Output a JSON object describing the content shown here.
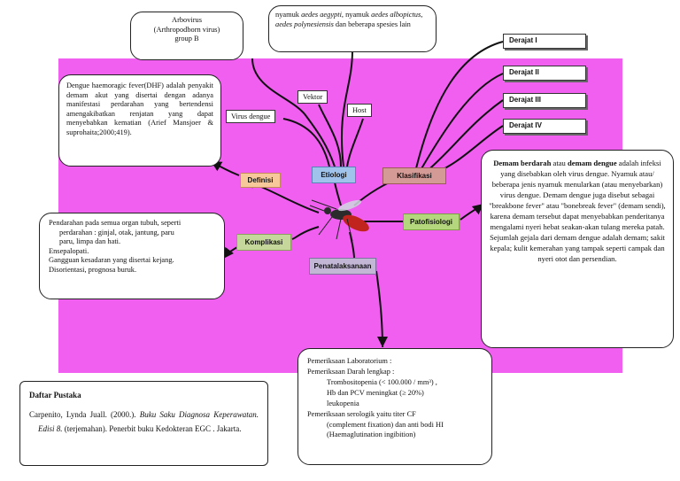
{
  "arbovirus": {
    "line1": "Arbovirus",
    "line2": "(Arthropodborn virus)",
    "line3": "group B"
  },
  "vector_examples": {
    "a": "nyamuk ",
    "b": "aedes aegypti",
    "c": ", nyamuk ",
    "d": "aedes albopictus",
    "e": ", ",
    "f": "aedes polynesiensis",
    "g": " dan beberapa spesies lain"
  },
  "tags": {
    "virus": "Virus dengue",
    "vektor": "Vektor",
    "host": "Host"
  },
  "derajat": [
    "Derajat I",
    "Derajat II",
    "Derajat III",
    "Derajat IV"
  ],
  "nodes": {
    "definisi": "Definisi",
    "etiologi": "Etiologi",
    "klasifikasi": "Klasifikasi",
    "patofisiologi": "Patofisiologi",
    "komplikasi": "Komplikasi",
    "penatalaksanaan": "Penatalaksanaan"
  },
  "dhf_definition": "Dengue haemoragic fever(DHF) adalah penyakit demam akut yang disertai dengan adanya manifestasi perdarahan yang bertendensi amengakibatkan renjatan yang dapat menyebabkan kematian (Arief Mansjoer & suprohaita;2000;419).",
  "demam": {
    "b1": "Demam berdarah",
    "t1": " atau ",
    "b2": "demam dengue",
    "t2": " adalah infeksi yang disebabkan oleh virus dengue. Nyamuk atau/ beberapa jenis nyamuk menularkan (atau menyebarkan) virus dengue. Demam dengue juga disebut sebagai \"breakbone fever\" atau \"bonebreak fever\" (demam sendi), karena demam tersebut dapat menyebabkan penderitanya mengalami nyeri hebat seakan-akan tulang mereka patah. Sejumlah gejala dari demam dengue adalah demam; sakit kepala; kulit kemerahan yang tampak seperti campak dan nyeri otot dan persendian."
  },
  "komplikasi_text": {
    "l1": "Pendarahan pada semua organ tubuh, seperti",
    "l2": "perdarahan : ginjal, otak, jantung, paru",
    "l3": "paru, limpa dan hati.",
    "l4": "Ensepalopati.",
    "l5": "Gangguan kesadaran yang disertai kejang.",
    "l6": "Disorientasi, prognosa buruk."
  },
  "pemeriksaan": {
    "l1": "Pemeriksaan Laboratorium :",
    "l2": "Pemeriksaan Darah lengkap :",
    "l3": "Trombositopenia (< 100.000 / mm³) ,",
    "l4": "Hb dan PCV meningkat (≥ 20%)",
    "l5": "leukopenia",
    "l6": "Pemeriksaan serologik yaitu titer CF",
    "l7": "(complement fixation) dan anti bodi HI",
    "l8": "(Haemaglutination ingibition)"
  },
  "pustaka": {
    "title": "Daftar Pustaka",
    "a": "Carpenito, Lynda Juall. (2000.). ",
    "b": "Buku Saku Diagnosa Keperawatan. Edisi 8.",
    "c": " (terjemahan). Penerbit buku Kedokteran EGC . Jakarta."
  },
  "colors": {
    "background_pink": "#f05ff0",
    "definisi": "#f7c99a",
    "etiologi": "#9fc3ea",
    "klasifikasi": "#d39a96",
    "patofisiologi": "#b4d77d",
    "komplikasi": "#c5d79b",
    "penatalaksanaan": "#c2b8d6",
    "lines": "#111111"
  }
}
